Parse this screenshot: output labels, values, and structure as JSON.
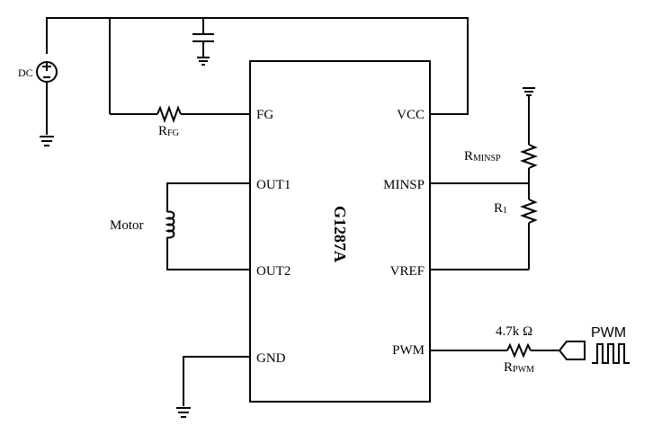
{
  "ic": {
    "name": "G1287A",
    "pins": {
      "fg": "FG",
      "out1": "OUT1",
      "out2": "OUT2",
      "gnd": "GND",
      "vcc": "VCC",
      "minsp": "MINSP",
      "vref": "VREF",
      "pwm": "PWM"
    }
  },
  "components": {
    "dc_source": "DC",
    "motor": "Motor",
    "r_fg": {
      "main": "R",
      "sub": "FG"
    },
    "r_minsp": {
      "main": "R",
      "sub": "MINSP"
    },
    "r1": {
      "main": "R",
      "sub": "1"
    },
    "r_pwm": {
      "main": "R",
      "sub": "PWM",
      "value": "4.7k Ω"
    },
    "pwm_input": "PWM"
  }
}
